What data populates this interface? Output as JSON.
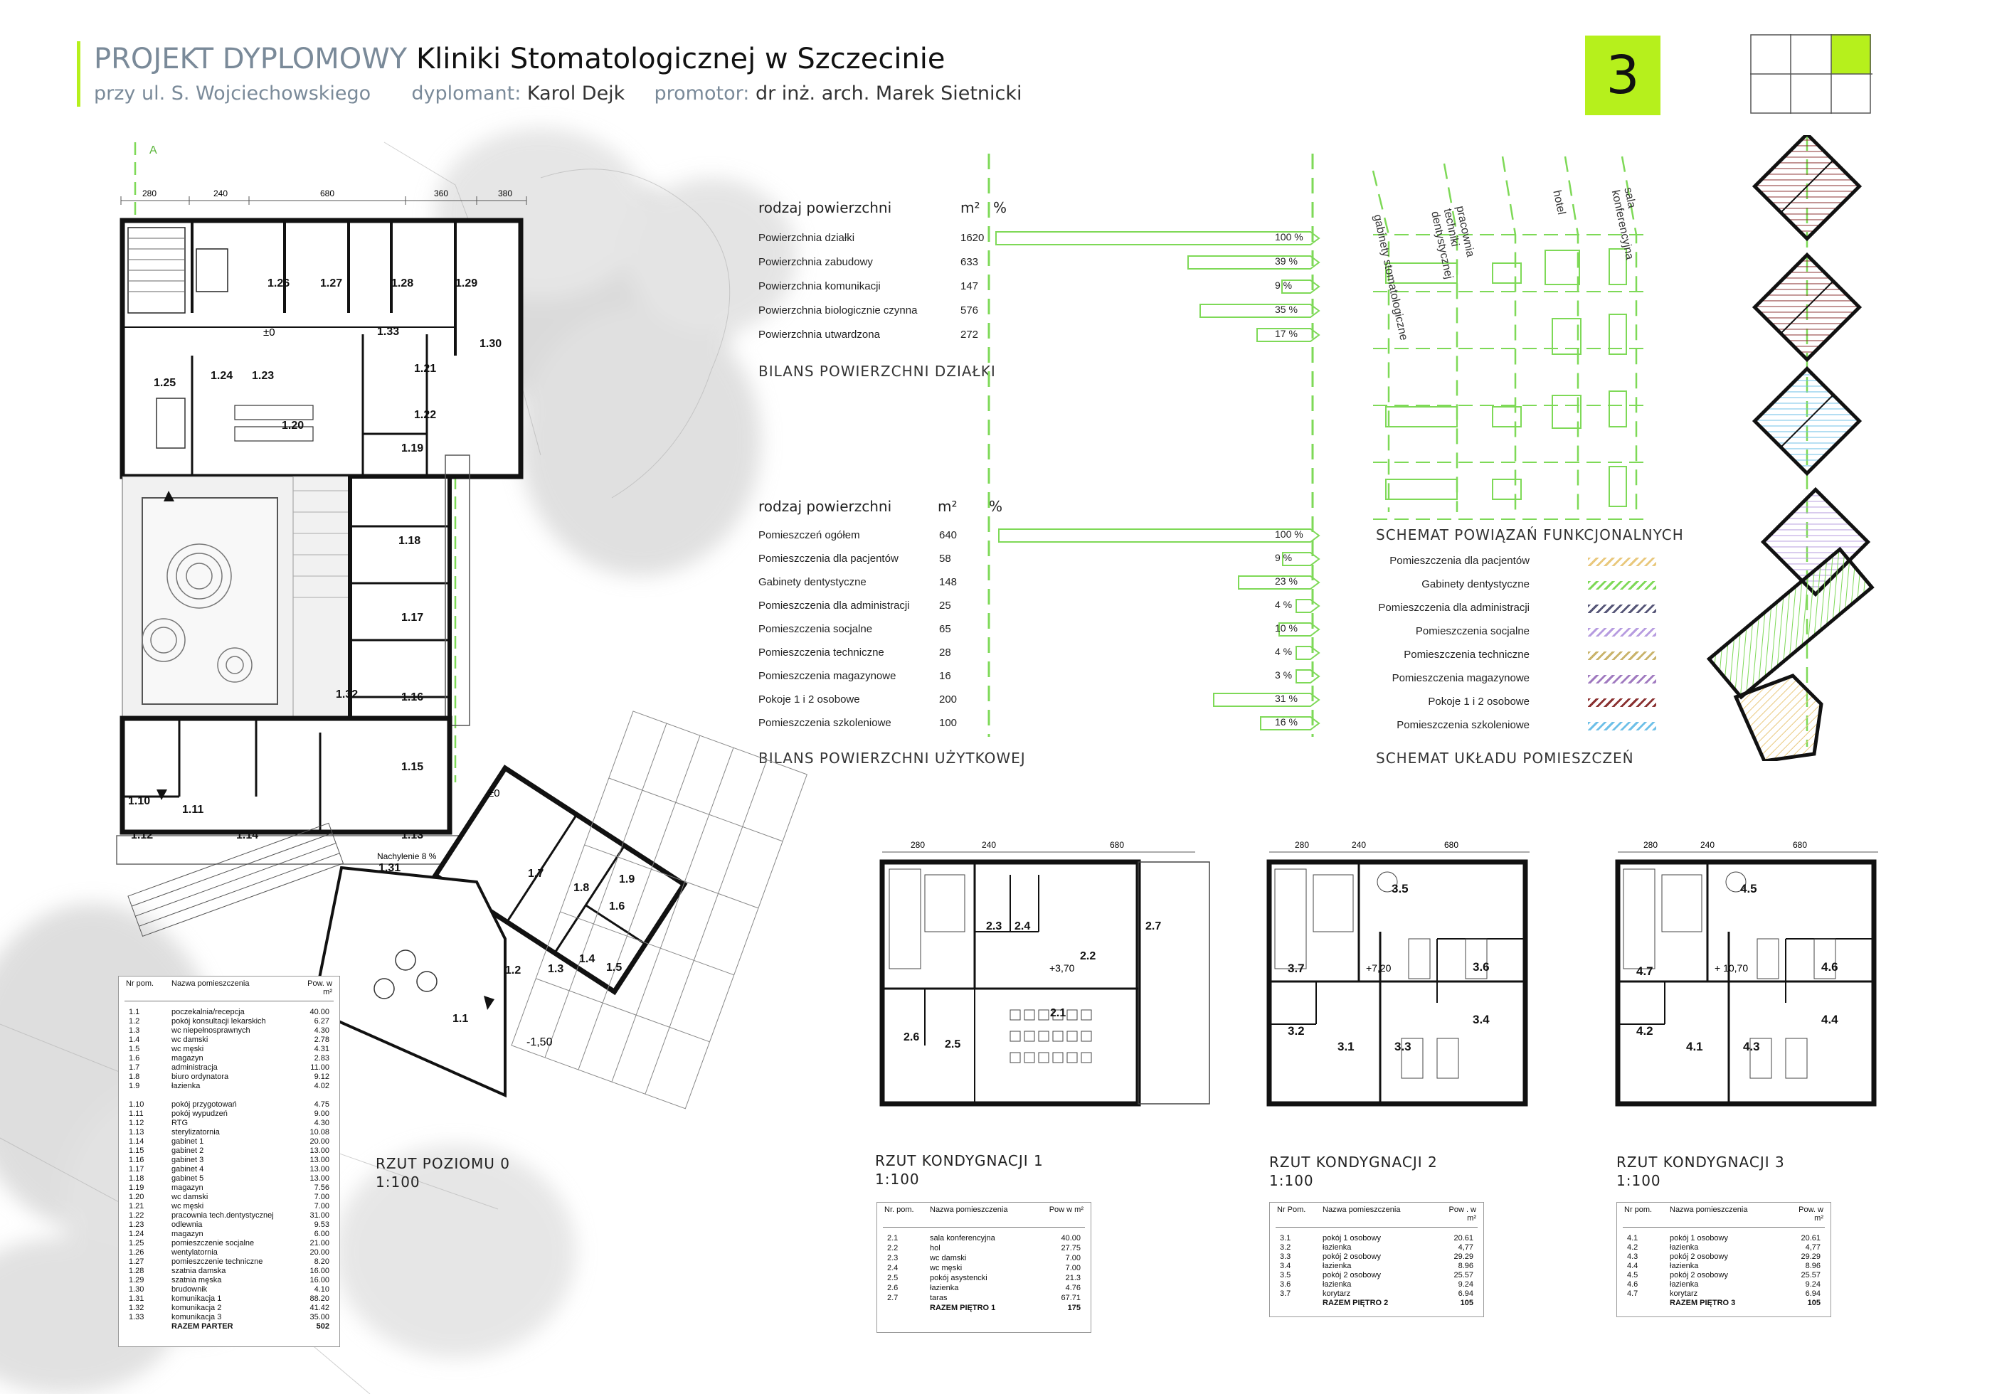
{
  "header": {
    "title_part1": "PROJEKT DYPLOMOWY",
    "title_part2": "Kliniki Stomatologicznej w Szczecinie",
    "address": "przy ul. S. Wojciechowskiego",
    "author_label": "dyplomant:",
    "author": "Karol Dejk",
    "supervisor_label": "promotor:",
    "supervisor": "dr inż. arch. Marek Sietnicki",
    "sheet_number": "3",
    "accent_color": "#b6f01c"
  },
  "chart_data": [
    {
      "type": "bar",
      "title": "BILANS POWIERZCHNI DZIAŁKI",
      "col_category": "rodzaj powierzchni",
      "col_unit": "m²",
      "col_pct": "%",
      "categories": [
        "Powierzchnia działki",
        "Powierzchnia zabudowy",
        "Powierzchnia komunikacji",
        "Powierzchnia biologicznie czynna",
        "Powierzchnia utwardzona"
      ],
      "area_m2": [
        1620,
        633,
        147,
        576,
        272
      ],
      "percent": [
        100,
        39,
        9,
        35,
        17
      ],
      "percent_labels": [
        "100 %",
        "39 %",
        "9 %",
        "35 %",
        "17 %"
      ],
      "bar_color": "#7ed957"
    },
    {
      "type": "bar",
      "title": "BILANS POWIERZCHNI UŻYTKOWEJ",
      "col_category": "rodzaj powierzchni",
      "col_unit": "m²",
      "col_pct": "%",
      "categories": [
        "Pomieszczeń ogółem",
        "Pomieszczenia dla pacjentów",
        "Gabinety dentystyczne",
        "Pomieszczenia dla administracji",
        "Pomieszczenia socjalne",
        "Pomieszczenia techniczne",
        "Pomieszczenia magazynowe",
        "Pokoje 1 i 2 osobowe",
        "Pomieszczenia szkoleniowe"
      ],
      "area_m2": [
        640,
        58,
        148,
        25,
        65,
        28,
        16,
        200,
        100
      ],
      "percent": [
        100,
        9,
        23,
        4,
        10,
        4,
        3,
        31,
        16
      ],
      "percent_labels": [
        "100 %",
        "9 %",
        "23 %",
        "4 %",
        "10 %",
        "4 %",
        "3 %",
        "31 %",
        "16 %"
      ],
      "bar_color": "#7ed957"
    }
  ],
  "functional_scheme": {
    "title": "SCHEMAT POWIĄZAŃ FUNKCJONALNYCH",
    "headers": [
      "gabinety stomatologiczne",
      "pracownia techniki dentystycznej",
      "hotel",
      "sala konferencyjna"
    ],
    "legend": [
      {
        "label": "Pomieszczenia dla pacjentów",
        "color": "#e9c87c"
      },
      {
        "label": "Gabinety dentystyczne",
        "color": "#7ed957"
      },
      {
        "label": "Pomieszczenia dla administracji",
        "color": "#555577"
      },
      {
        "label": "Pomieszczenia socjalne",
        "color": "#b79ce0"
      },
      {
        "label": "Pomieszczenia techniczne",
        "color": "#c9b36a"
      },
      {
        "label": "Pomieszczenia magazynowe",
        "color": "#a07ac0"
      },
      {
        "label": "Pokoje 1 i 2 osobowe",
        "color": "#8a3030"
      },
      {
        "label": "Pomieszczenia szkoleniowe",
        "color": "#6ec0e8"
      }
    ]
  },
  "room_layout_scheme": {
    "title": "SCHEMAT UKŁADU POMIESZCZEŃ"
  },
  "plans": {
    "level0": {
      "title": "RZUT POZIOMU 0",
      "scale": "1:100",
      "rooms": [
        "1.26",
        "1.27",
        "1.28",
        "1.29",
        "1.30",
        "1.33",
        "1.25",
        "1.24",
        "1.23",
        "1.21",
        "1.22",
        "1.20",
        "1.19",
        "1.18",
        "1.17",
        "1.16",
        "1.15",
        "1.32",
        "1.10",
        "1.11",
        "1.12",
        "1.14",
        "1.13",
        "1.31",
        "1.7",
        "1.8",
        "1.9",
        "1.6",
        "1.2",
        "1.3",
        "1.4",
        "1.5",
        "1.1"
      ],
      "levels": [
        "±0",
        "±0",
        "-1,50"
      ],
      "slope_label": "Nachylenie 8 %",
      "dims_top": [
        "280",
        "240",
        "680",
        "360",
        "380"
      ],
      "axis_label": "A"
    },
    "level1": {
      "title": "RZUT KONDYGNACJI 1",
      "scale": "1:100",
      "rooms": [
        "2.3",
        "2.4",
        "2.2",
        "2.7",
        "2.1",
        "2.6",
        "2.5"
      ],
      "level": "+3,70",
      "dims_top": [
        "280",
        "240",
        "680"
      ]
    },
    "level2": {
      "title": "RZUT KONDYGNACJI 2",
      "scale": "1:100",
      "rooms": [
        "3.5",
        "3.7",
        "3.6",
        "3.4",
        "3.2",
        "3.1",
        "3.3"
      ],
      "level": "+7,20",
      "dims_top": [
        "280",
        "240",
        "680"
      ]
    },
    "level3": {
      "title": "RZUT KONDYGNACJI 3",
      "scale": "1:100",
      "rooms": [
        "4.5",
        "4.7",
        "4.6",
        "4.4",
        "4.2",
        "4.1",
        "4.3"
      ],
      "level": "+ 10,70",
      "dims_top": [
        "280",
        "240",
        "680"
      ]
    }
  },
  "room_tables": {
    "level0": {
      "h1": "Nr pom.",
      "h2": "Nazwa pomieszczenia",
      "h3": "Pow. w m²",
      "rows": [
        [
          "1.1",
          "poczekalnia/recepcja",
          "40.00"
        ],
        [
          "1.2",
          "pokój konsultacji lekarskich",
          "6.27"
        ],
        [
          "1.3",
          "wc niepełnosprawnych",
          "4.30"
        ],
        [
          "1.4",
          "wc damski",
          "2.78"
        ],
        [
          "1.5",
          "wc męski",
          "4.31"
        ],
        [
          "1.6",
          "magazyn",
          "2.83"
        ],
        [
          "1.7",
          "administracja",
          "11.00"
        ],
        [
          "1.8",
          "biuro ordynatora",
          "9.12"
        ],
        [
          "1.9",
          "łazienka",
          "4.02"
        ],
        [
          "",
          "",
          ""
        ],
        [
          "1.10",
          "pokój przygotowań",
          "4.75"
        ],
        [
          "1.11",
          "pokój wypudzeń",
          "9.00"
        ],
        [
          "1.12",
          "RTG",
          "4.30"
        ],
        [
          "1.13",
          "sterylizatornia",
          "10.08"
        ],
        [
          "1.14",
          "gabinet 1",
          "20.00"
        ],
        [
          "1.15",
          "gabinet 2",
          "13.00"
        ],
        [
          "1.16",
          "gabinet 3",
          "13.00"
        ],
        [
          "1.17",
          "gabinet 4",
          "13.00"
        ],
        [
          "1.18",
          "gabinet 5",
          "13.00"
        ],
        [
          "1.19",
          "magazyn",
          "7.56"
        ],
        [
          "1.20",
          "wc damski",
          "7.00"
        ],
        [
          "1.21",
          "wc męski",
          "7.00"
        ],
        [
          "1.22",
          "pracownia tech.dentystycznej",
          "31.00"
        ],
        [
          "1.23",
          "odlewnia",
          "9.53"
        ],
        [
          "1.24",
          "magazyn",
          "6.00"
        ],
        [
          "1.25",
          "pomieszczenie socjalne",
          "21.00"
        ],
        [
          "1.26",
          "wentylatornia",
          "20.00"
        ],
        [
          "1.27",
          "pomieszczenie techniczne",
          "8.20"
        ],
        [
          "1.28",
          "szatnia damska",
          "16.00"
        ],
        [
          "1.29",
          "szatnia męska",
          "16.00"
        ],
        [
          "1.30",
          "brudownik",
          "4.10"
        ],
        [
          "1.31",
          "komunikacja 1",
          "88.20"
        ],
        [
          "1.32",
          "komunikacja 2",
          "41.42"
        ],
        [
          "1.33",
          "komunikacja 3",
          "35.00"
        ],
        [
          "",
          "RAZEM PARTER",
          "502"
        ]
      ]
    },
    "level1": {
      "h1": "Nr. pom.",
      "h2": "Nazwa pomieszczenia",
      "h3": "Pow w m²",
      "rows": [
        [
          "2.1",
          "sala konferencyjna",
          "40.00"
        ],
        [
          "2.2",
          "hol",
          "27.75"
        ],
        [
          "2.3",
          "wc damski",
          "7.00"
        ],
        [
          "2.4",
          "wc męski",
          "7.00"
        ],
        [
          "2.5",
          "pokój asystencki",
          "21.3"
        ],
        [
          "2.6",
          "łazienka",
          "4.76"
        ],
        [
          "2.7",
          "taras",
          "67.71"
        ],
        [
          "",
          "RAZEM PIĘTRO 1",
          "175"
        ]
      ]
    },
    "level2": {
      "h1": "Nr Pom.",
      "h2": "Nazwa pomieszczenia",
      "h3": "Pow . w m²",
      "rows": [
        [
          "3.1",
          "pokój 1 osobowy",
          "20.61"
        ],
        [
          "3.2",
          "łazienka",
          "4,77"
        ],
        [
          "3.3",
          "pokój 2 osobowy",
          "29.29"
        ],
        [
          "3.4",
          "łazienka",
          "8.96"
        ],
        [
          "3.5",
          "pokój 2 osobowy",
          "25.57"
        ],
        [
          "3.6",
          "łazienka",
          "9.24"
        ],
        [
          "3.7",
          "korytarz",
          "6.94"
        ],
        [
          "",
          "RAZEM PIĘTRO 2",
          "105"
        ]
      ]
    },
    "level3": {
      "h1": "Nr pom.",
      "h2": "Nazwa pomieszczenia",
      "h3": "Pow. w m²",
      "rows": [
        [
          "4.1",
          "pokój 1 osobowy",
          "20.61"
        ],
        [
          "4.2",
          "łazienka",
          "4,77"
        ],
        [
          "4.3",
          "pokój 2 osobowy",
          "29.29"
        ],
        [
          "4.4",
          "łazienka",
          "8.96"
        ],
        [
          "4.5",
          "pokój 2 osobowy",
          "25.57"
        ],
        [
          "4.6",
          "łazienka",
          "9.24"
        ],
        [
          "4.7",
          "korytarz",
          "6.94"
        ],
        [
          "",
          "RAZEM PIĘTRO 3",
          "105"
        ]
      ]
    }
  }
}
